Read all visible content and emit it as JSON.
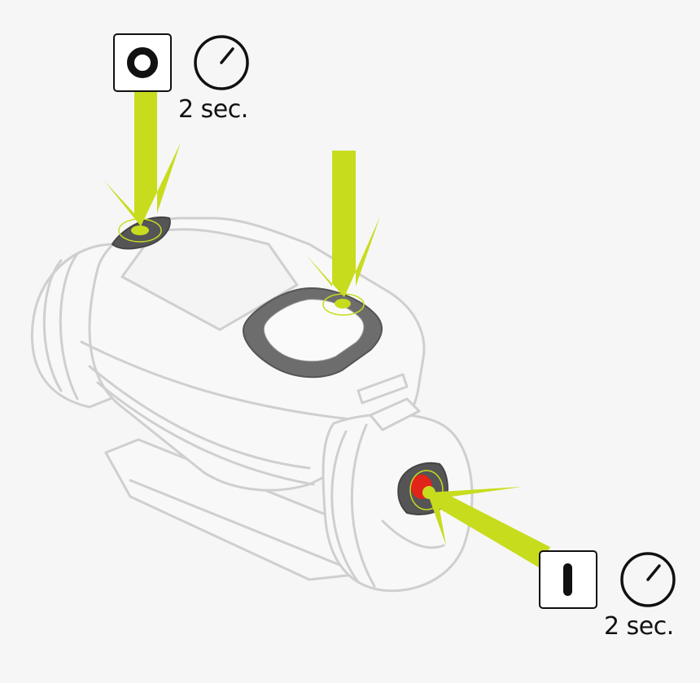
{
  "colors": {
    "background": "#f6f6f6",
    "camera_body": "#f8f8f8",
    "camera_outline": "#cfcfcf",
    "arrow": "#c8dc1e",
    "button_ring": "#6d6d6d",
    "record_button": "#e2231a",
    "icon_ink": "#111111"
  },
  "callouts": [
    {
      "icon": "stop-circle-icon",
      "timer_icon": "timer-icon",
      "duration": "2 sec."
    },
    {
      "icon": "record-bar-icon",
      "timer_icon": "timer-icon",
      "duration": "2 sec."
    }
  ],
  "arrows": [
    {
      "target": "top-side-button"
    },
    {
      "target": "center-front-button"
    },
    {
      "target": "rear-record-button"
    }
  ]
}
